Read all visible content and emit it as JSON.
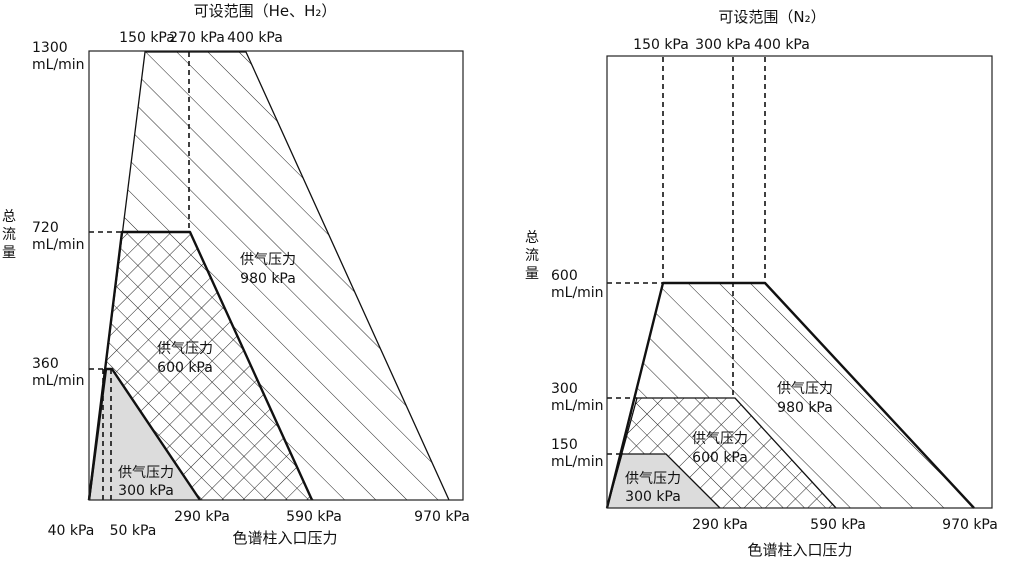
{
  "left": {
    "title": "可设范围（He、H₂）",
    "top_pressures": [
      "150 kPa",
      "270 kPa",
      "400 kPa"
    ],
    "flows": [
      {
        "value": "1300",
        "unit": "mL/min"
      },
      {
        "value": "720",
        "unit": "mL/min"
      },
      {
        "value": "360",
        "unit": "mL/min"
      }
    ],
    "ylabel": [
      "总",
      "流",
      "量"
    ],
    "xticks": [
      "40 kPa",
      "50 kPa",
      "290 kPa",
      "590 kPa",
      "970 kPa"
    ],
    "xlabel": "色谱柱入口压力",
    "regions": [
      {
        "name": "供气压力",
        "value": "980 kPa"
      },
      {
        "name": "供气压力",
        "value": "600 kPa"
      },
      {
        "name": "供气压力",
        "value": "300 kPa"
      }
    ]
  },
  "right": {
    "title": "可设范围（N₂）",
    "top_pressures": [
      "150 kPa",
      "300 kPa",
      "400 kPa"
    ],
    "flows": [
      {
        "value": "600",
        "unit": "mL/min"
      },
      {
        "value": "300",
        "unit": "mL/min"
      },
      {
        "value": "150",
        "unit": "mL/min"
      }
    ],
    "ylabel": [
      "总",
      "流",
      "量"
    ],
    "xticks": [
      "290 kPa",
      "590 kPa",
      "970 kPa"
    ],
    "xlabel": "色谱柱入口压力",
    "regions": [
      {
        "name": "供气压力",
        "value": "980 kPa"
      },
      {
        "name": "供气压力",
        "value": "600 kPa"
      },
      {
        "name": "供气压力",
        "value": "300 kPa"
      }
    ]
  }
}
